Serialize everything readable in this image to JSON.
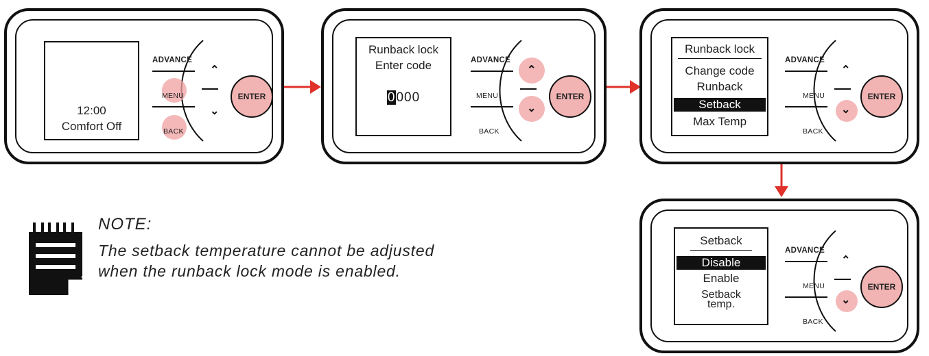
{
  "buttons": {
    "advance": "ADVANCE",
    "menu": "MENU",
    "back": "BACK",
    "enter": "ENTER"
  },
  "panels": [
    {
      "screen_lines": [
        "12:00",
        "Comfort Off"
      ],
      "highlighted_buttons": [
        "menu",
        "back"
      ]
    },
    {
      "screen_title_lines": [
        "Runback lock",
        "Enter code"
      ],
      "code_cursor_digit": "0",
      "code_rest": "000",
      "highlighted_buttons": [
        "up",
        "down"
      ]
    },
    {
      "screen_title": "Runback lock",
      "menu_items": [
        "Change code",
        "Runback",
        "Setback",
        "Max Temp"
      ],
      "selected_item": "Setback",
      "highlighted_buttons": [
        "down"
      ]
    },
    {
      "screen_title": "Setback",
      "menu_items": [
        "Disable",
        "Enable",
        "Setback",
        "temp."
      ],
      "selected_item": "Disable",
      "highlighted_buttons": [
        "down"
      ]
    }
  ],
  "note": {
    "title": "NOTE:",
    "line1": "The setback temperature cannot be adjusted",
    "line2": "when the runback lock mode is enabled."
  },
  "colors": {
    "arrow": "#e0312b",
    "highlight": "#f2b3b3",
    "outline": "#111111"
  },
  "icons": {
    "note": "notepad-icon",
    "up": "chevron-up-icon",
    "down": "chevron-down-icon",
    "flow": "red-arrow-icon"
  }
}
